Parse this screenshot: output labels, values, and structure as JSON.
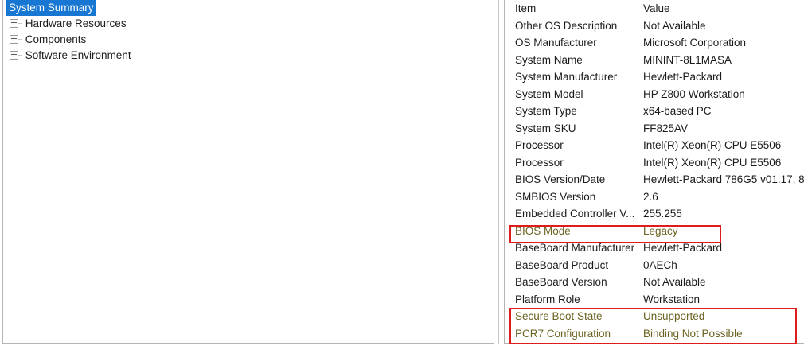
{
  "tree": {
    "name": "system-information-tree",
    "root": {
      "label": "System Summary",
      "selected": true
    },
    "nodes": [
      {
        "label": "Hardware Resources",
        "expander": "plus-box-icon"
      },
      {
        "label": "Components",
        "expander": "plus-box-icon"
      },
      {
        "label": "Software Environment",
        "expander": "plus-box-icon"
      }
    ]
  },
  "detail": {
    "columns": {
      "item": "Item",
      "value": "Value"
    },
    "rows": [
      {
        "item": "Other OS Description",
        "value": "Not Available"
      },
      {
        "item": "OS Manufacturer",
        "value": "Microsoft Corporation"
      },
      {
        "item": "System Name",
        "value": "MININT-8L1MASA"
      },
      {
        "item": "System Manufacturer",
        "value": "Hewlett-Packard"
      },
      {
        "item": "System Model",
        "value": "HP Z800 Workstation"
      },
      {
        "item": "System Type",
        "value": "x64-based PC"
      },
      {
        "item": "System SKU",
        "value": "FF825AV"
      },
      {
        "item": "Processor",
        "value": "Intel(R) Xeon(R) CPU             E5506"
      },
      {
        "item": "Processor",
        "value": "Intel(R) Xeon(R) CPU             E5506"
      },
      {
        "item": "BIOS Version/Date",
        "value": "Hewlett-Packard 786G5 v01.17, 8/"
      },
      {
        "item": "SMBIOS Version",
        "value": "2.6"
      },
      {
        "item": "Embedded Controller V...",
        "value": "255.255"
      },
      {
        "item": "BIOS Mode",
        "value": "Legacy",
        "flagged": true
      },
      {
        "item": "BaseBoard Manufacturer",
        "value": "Hewlett-Packard"
      },
      {
        "item": "BaseBoard Product",
        "value": "0AECh"
      },
      {
        "item": "BaseBoard Version",
        "value": "Not Available"
      },
      {
        "item": "Platform Role",
        "value": "Workstation"
      },
      {
        "item": "Secure Boot State",
        "value": "Unsupported",
        "flagged": true
      },
      {
        "item": "PCR7 Configuration",
        "value": "Binding Not Possible",
        "flagged": true
      }
    ]
  },
  "annotations": [
    {
      "name": "bios-mode-highlight",
      "color": "#e01b1b",
      "targets": [
        "BIOS Mode"
      ]
    },
    {
      "name": "secure-boot-highlight",
      "color": "#e01b1b",
      "targets": [
        "Secure Boot State",
        "PCR7 Configuration"
      ]
    }
  ],
  "colors": {
    "selection": "#1877d2",
    "selection_text": "#ffffff",
    "annotation": "#e01b1b",
    "flagged_text": "#6b6321",
    "text": "#1b1b1b",
    "panel_border": "#b4b4b4",
    "splitter": "#c7c7c7",
    "background": "#ffffff"
  }
}
